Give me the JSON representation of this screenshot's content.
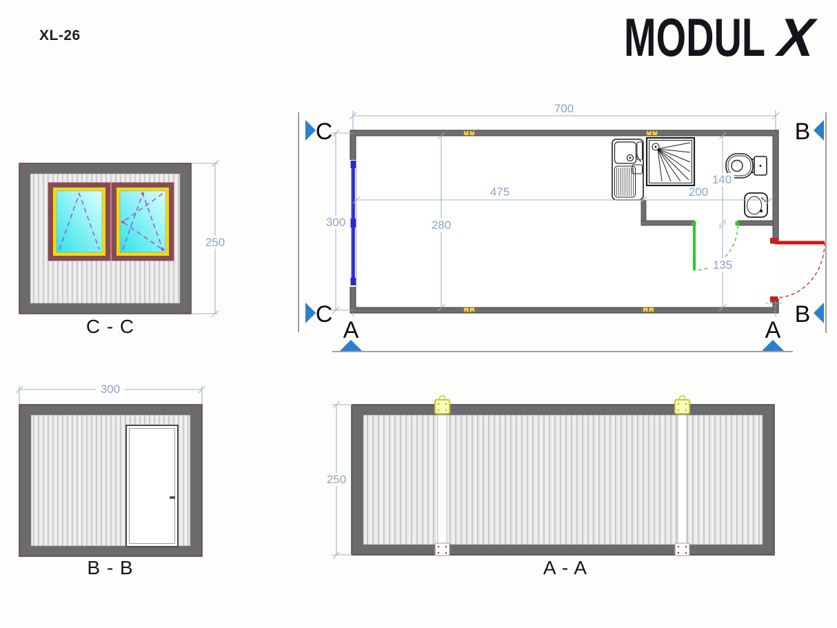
{
  "header": {
    "model": "XL-26",
    "brand": "MODUL",
    "brand_x": "X"
  },
  "plan": {
    "dims": {
      "total_length": "700",
      "main_room_length": "475",
      "bathroom_length": "200",
      "outer_width": "300",
      "inner_width": "280",
      "bathroom_depth": "140",
      "door_zone_depth": "135"
    },
    "markers": {
      "c": "C",
      "b": "B",
      "a": "A"
    }
  },
  "sections": {
    "cc": {
      "title": "C - C",
      "height": "250"
    },
    "bb": {
      "title": "B - B",
      "width": "300"
    },
    "aa": {
      "title": "A - A",
      "height": "250"
    }
  },
  "palette": {
    "dimension_blue": "#8aa4c8",
    "marker_blue": "#2b7fd0",
    "wall_gray": "#6b6b6b",
    "window_blue": "#2828cc",
    "interior_door_green": "#29cc29",
    "entrance_door_red": "#e01010",
    "window_frame_maroon": "#7d4e5c",
    "window_frame_yellow": "#ffd60a",
    "glass_cyan": "#2fe3ea"
  }
}
